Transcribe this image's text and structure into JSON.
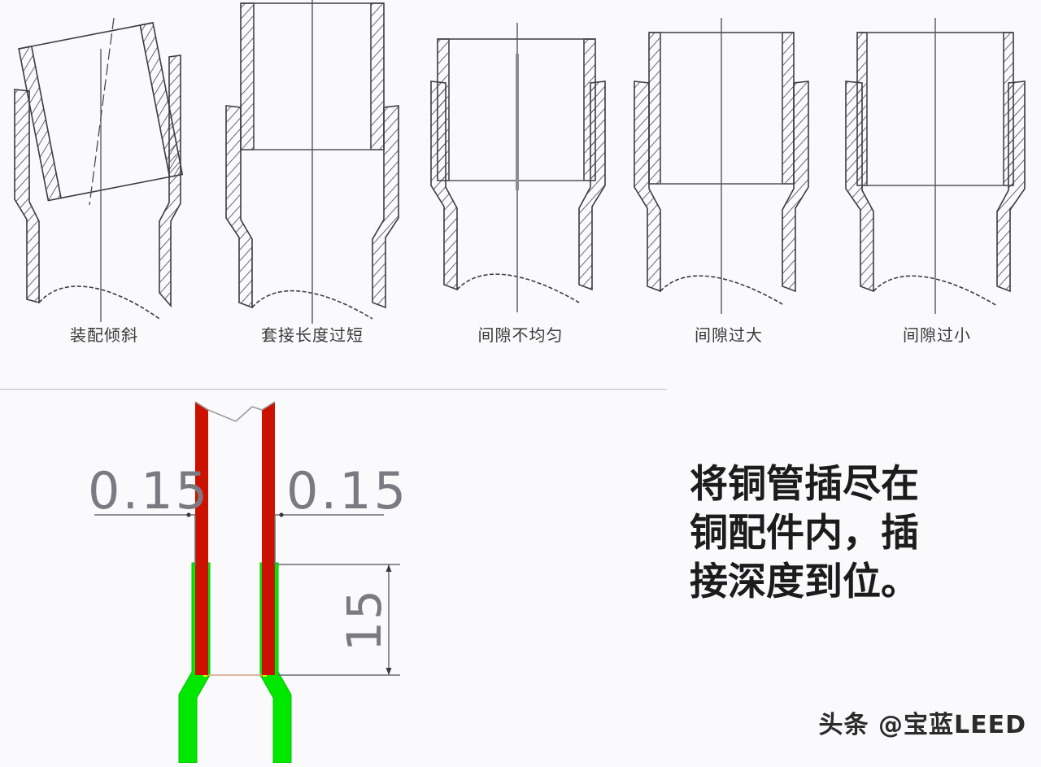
{
  "page": {
    "background_color": "#faf9fb",
    "divider_color": "#bcbcc4"
  },
  "fault_diagrams": {
    "title_row": "copper pipe socket joint defects",
    "items": [
      {
        "id": "tilted",
        "label": "装配倾斜"
      },
      {
        "id": "short-engagement",
        "label": "套接长度过短"
      },
      {
        "id": "uneven-gap",
        "label": "间隙不均匀"
      },
      {
        "id": "gap-too-large",
        "label": "间隙过大"
      },
      {
        "id": "gap-too-small",
        "label": "间隙过小"
      }
    ]
  },
  "assembly": {
    "gap_left_label": "0.15",
    "gap_right_label": "0.15",
    "depth_label": "15",
    "tube_color": "#cc1100",
    "fitting_color": "#00e800",
    "highlight_color": "#ffe800",
    "dimension_color": "#6b6b72"
  },
  "instruction": {
    "line1": "将铜管插尽在",
    "line2": "铜配件内，插",
    "line3": "接深度到位。"
  },
  "watermark": {
    "text": "头条 @宝蓝LEED"
  }
}
